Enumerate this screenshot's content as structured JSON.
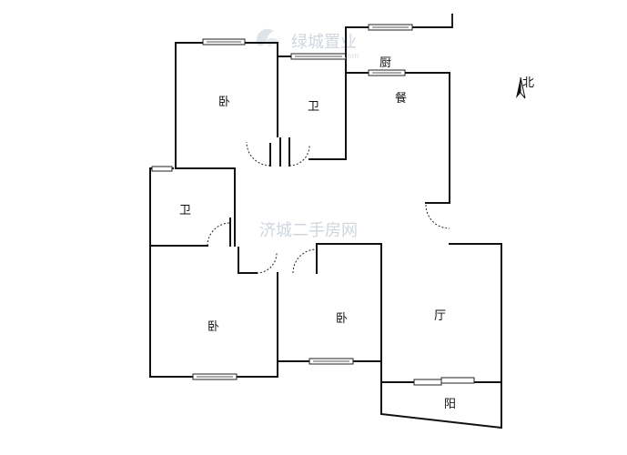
{
  "rooms": {
    "bedroom_nw": "卧",
    "bath_north": "卫",
    "kitchen": "厨",
    "dining": "餐",
    "bath_west": "卫",
    "bedroom_sw": "卧",
    "bedroom_center": "卧",
    "living": "厅",
    "balcony": "阳"
  },
  "compass": {
    "label": "北",
    "icon": "north-arrow-icon"
  },
  "watermarks": {
    "logo_text": "绿城置业",
    "logo_url": "lvchengzhiye.com",
    "center_text": "济城二手房网"
  }
}
